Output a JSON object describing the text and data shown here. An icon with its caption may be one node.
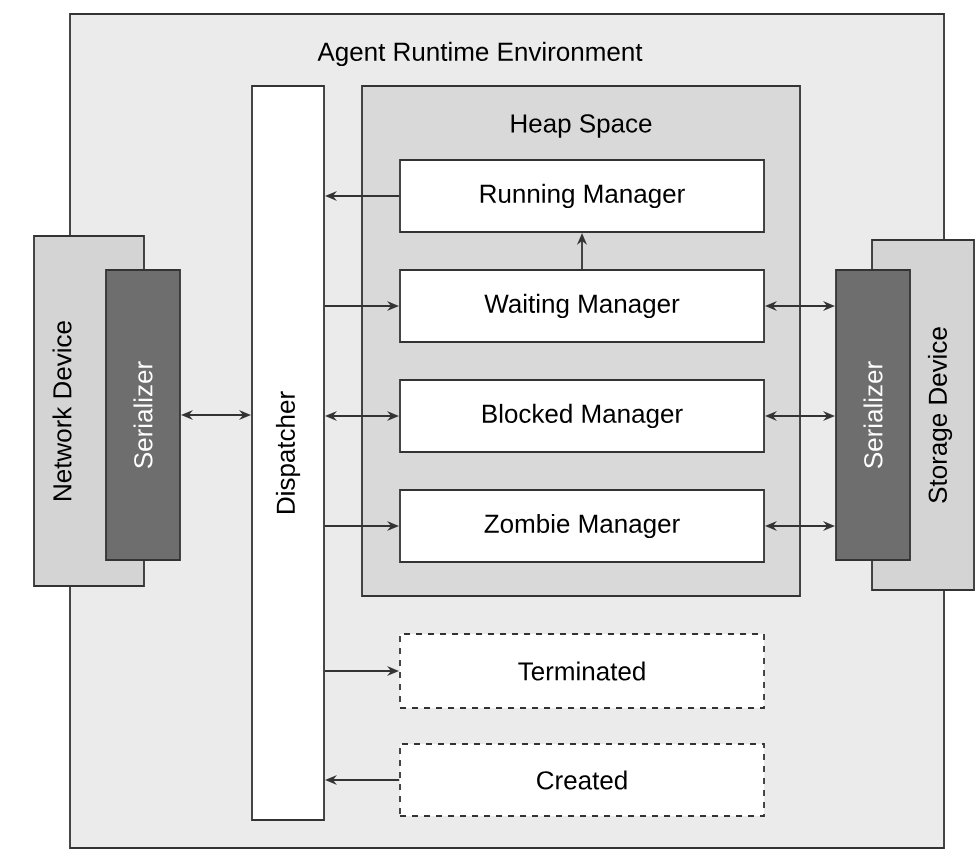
{
  "diagram": {
    "nodes": [
      {
        "text": [
          "Agent Runtime Environment"
        ]
      },
      {
        "text": [
          "Dispatcher"
        ],
        "in": 0
      },
      {
        "text": [
          "Heap Space"
        ],
        "in": 0
      },
      {
        "text": [
          "Running Manager"
        ],
        "in": 2
      },
      {
        "text": [
          "Waiting Manager"
        ],
        "in": 2
      },
      {
        "text": [
          "Blocked Manager"
        ],
        "in": 2
      },
      {
        "text": [
          "Zombie Manager"
        ],
        "in": 2
      },
      {
        "text": [
          "Terminated"
        ],
        "in": 0
      },
      {
        "text": [
          "Created"
        ],
        "in": 0
      },
      {
        "text": [
          "Network Device"
        ]
      },
      {
        "text": [
          "Serializer"
        ],
        "in": 0
      },
      {
        "text": [
          "Storage Device"
        ]
      },
      {
        "text": [
          "Serializer"
        ],
        "in": 0
      }
    ],
    "edges": [
      {
        "from": 3,
        "to": 1,
        "arrow": "to"
      },
      {
        "from": 4,
        "to": 3,
        "arrow": "to"
      },
      {
        "from": 1,
        "to": 4,
        "arrow": "to"
      },
      {
        "from": 1,
        "to": 5,
        "arrow": "both"
      },
      {
        "from": 1,
        "to": 6,
        "arrow": "to"
      },
      {
        "from": 1,
        "to": 7,
        "arrow": "to"
      },
      {
        "from": 8,
        "to": 1,
        "arrow": "to"
      },
      {
        "from": 10,
        "to": 1,
        "arrow": "both"
      },
      {
        "from": 4,
        "to": 12,
        "arrow": "both"
      },
      {
        "from": 5,
        "to": 12,
        "arrow": "both"
      },
      {
        "from": 6,
        "to": 12,
        "arrow": "both"
      }
    ]
  }
}
